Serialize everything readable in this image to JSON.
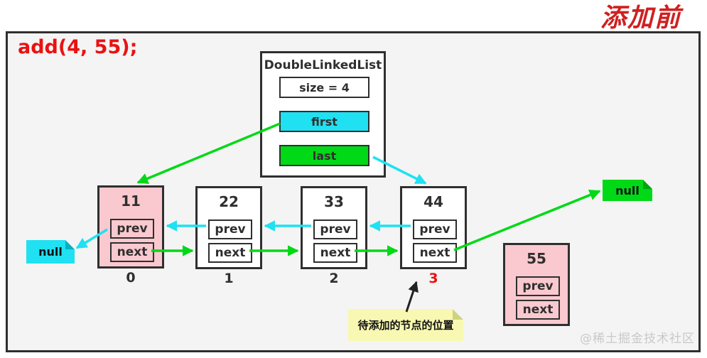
{
  "heading": {
    "before_add": "添加前"
  },
  "board": {
    "add_call": "add(4, 55);",
    "watermark": "@稀土掘金技术社区"
  },
  "dll": {
    "title": "DoubleLinkedList",
    "size_label": "size = 4",
    "first_label": "first",
    "last_label": "last"
  },
  "nodes": [
    {
      "value": "11",
      "index_label": "0",
      "prev_label": "prev",
      "next_label": "next",
      "highlighted": true,
      "index_color": "#2f2f2f"
    },
    {
      "value": "22",
      "index_label": "1",
      "prev_label": "prev",
      "next_label": "next",
      "highlighted": false,
      "index_color": "#2f2f2f"
    },
    {
      "value": "33",
      "index_label": "2",
      "prev_label": "prev",
      "next_label": "next",
      "highlighted": false,
      "index_color": "#2f2f2f"
    },
    {
      "value": "44",
      "index_label": "3",
      "prev_label": "prev",
      "next_label": "next",
      "highlighted": false,
      "index_color": "#ea1111"
    },
    {
      "value": "55",
      "index_label": "",
      "prev_label": "prev",
      "next_label": "next",
      "highlighted": true,
      "index_color": "#2f2f2f"
    }
  ],
  "notes": {
    "null_left": "null",
    "null_right": "null",
    "pending_position": "待添加的节点的位置"
  },
  "arrows": [
    {
      "from": "first",
      "to": "node-11",
      "color": "green"
    },
    {
      "from": "last",
      "to": "node-44",
      "color": "cyan"
    },
    {
      "from": "node-22-prev",
      "to": "node-11",
      "color": "cyan"
    },
    {
      "from": "node-33-prev",
      "to": "node-22",
      "color": "cyan"
    },
    {
      "from": "node-44-prev",
      "to": "node-33",
      "color": "cyan"
    },
    {
      "from": "node-11-next",
      "to": "node-22",
      "color": "green"
    },
    {
      "from": "node-22-next",
      "to": "node-33",
      "color": "green"
    },
    {
      "from": "node-33-next",
      "to": "node-44",
      "color": "green"
    },
    {
      "from": "node-11-prev",
      "to": "null-left",
      "color": "cyan"
    },
    {
      "from": "node-44-next",
      "to": "null-right",
      "color": "green"
    },
    {
      "from": "pending-note",
      "to": "index-3",
      "color": "black"
    }
  ],
  "colors": {
    "cyan": "#1fe1f2",
    "green": "#00d916",
    "pink": "#f9c9cf",
    "red": "#ea1111",
    "note_yellow": "#f8f8b2",
    "bg": "#f4f4f4"
  }
}
